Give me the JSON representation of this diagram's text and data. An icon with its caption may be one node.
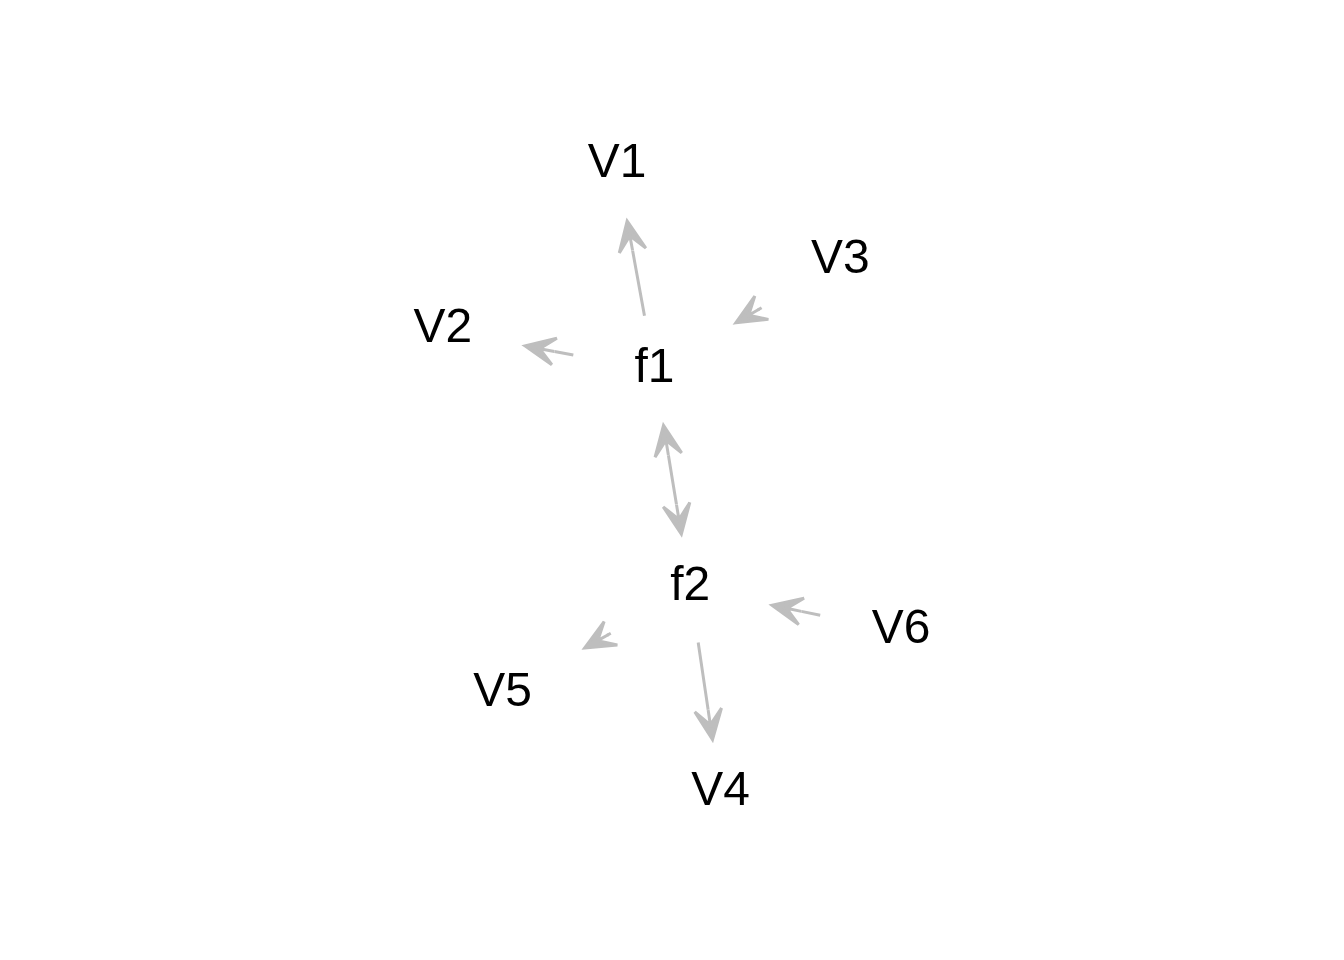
{
  "diagram": {
    "nodes": [
      {
        "text": [
          "V1"
        ]
      },
      {
        "text": [
          "V3"
        ]
      },
      {
        "text": [
          "V2"
        ]
      },
      {
        "text": [
          "f1"
        ]
      },
      {
        "text": [
          "f2"
        ]
      },
      {
        "text": [
          "V5"
        ]
      },
      {
        "text": [
          "V4"
        ]
      },
      {
        "text": [
          "V6"
        ]
      }
    ],
    "edges": [
      {
        "from": 3,
        "to": 0,
        "arrow": "to"
      },
      {
        "from": 1,
        "to": 3,
        "arrow": "to"
      },
      {
        "from": 3,
        "to": 2,
        "arrow": "to"
      },
      {
        "from": 3,
        "to": 4,
        "arrow": "both"
      },
      {
        "from": 4,
        "to": 5,
        "arrow": "to"
      },
      {
        "from": 4,
        "to": 6,
        "arrow": "to"
      },
      {
        "from": 7,
        "to": 4,
        "arrow": "to"
      }
    ]
  }
}
